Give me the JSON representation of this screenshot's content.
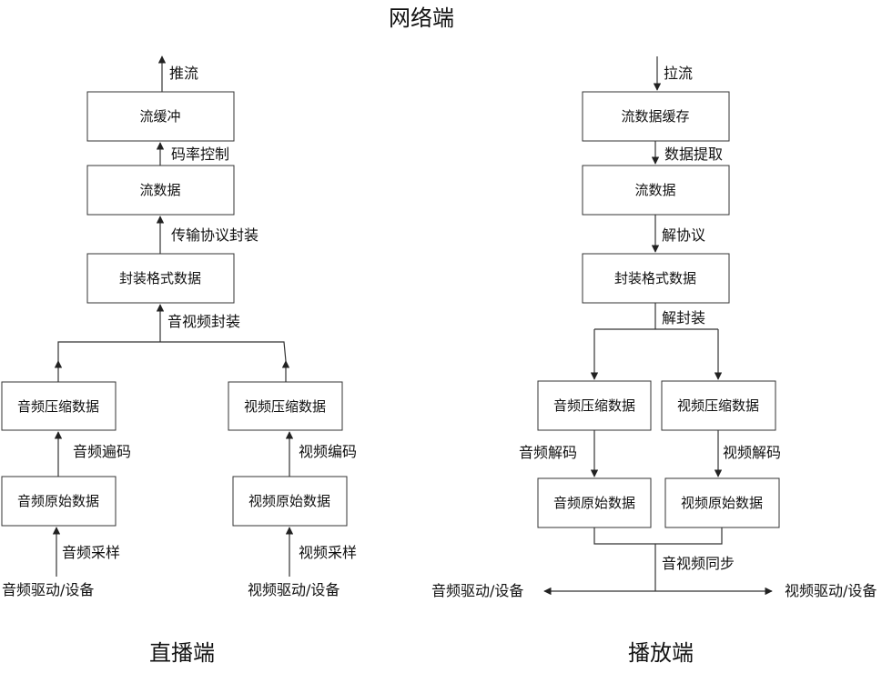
{
  "titles": {
    "network": "网络端",
    "push": "直播端",
    "play": "播放端"
  },
  "push_side": {
    "boxes": {
      "stream_buffer": "流缓冲",
      "stream_data": "流数据",
      "container_data": "封装格式数据",
      "audio_compressed": "音频压缩数据",
      "video_compressed": "视频压缩数据",
      "audio_raw": "音频原始数据",
      "video_raw": "视频原始数据"
    },
    "labels": {
      "push_stream": "推流",
      "bitrate_control": "码率控制",
      "protocol_encapsulation": "传输协议封装",
      "av_encapsulation": "音视频封装",
      "audio_encoding": "音频遍码",
      "video_encoding": "视频编码",
      "audio_sampling": "音频采样",
      "video_sampling": "视频采样",
      "audio_device": "音频驱动/设备",
      "video_device": "视频驱动/设备"
    }
  },
  "play_side": {
    "boxes": {
      "stream_cache": "流数据缓存",
      "stream_data": "流数据",
      "container_data": "封装格式数据",
      "audio_compressed": "音频压缩数据",
      "video_compressed": "视频压缩数据",
      "audio_raw": "音频原始数据",
      "video_raw": "视频原始数据"
    },
    "labels": {
      "pull_stream": "拉流",
      "data_extraction": "数据提取",
      "protocol_decode": "解协议",
      "demux": "解封装",
      "audio_decoding": "音频解码",
      "video_decoding": "视频解码",
      "av_sync": "音视频同步",
      "audio_device": "音频驱动/设备",
      "video_device": "视频驱动/设备"
    }
  }
}
